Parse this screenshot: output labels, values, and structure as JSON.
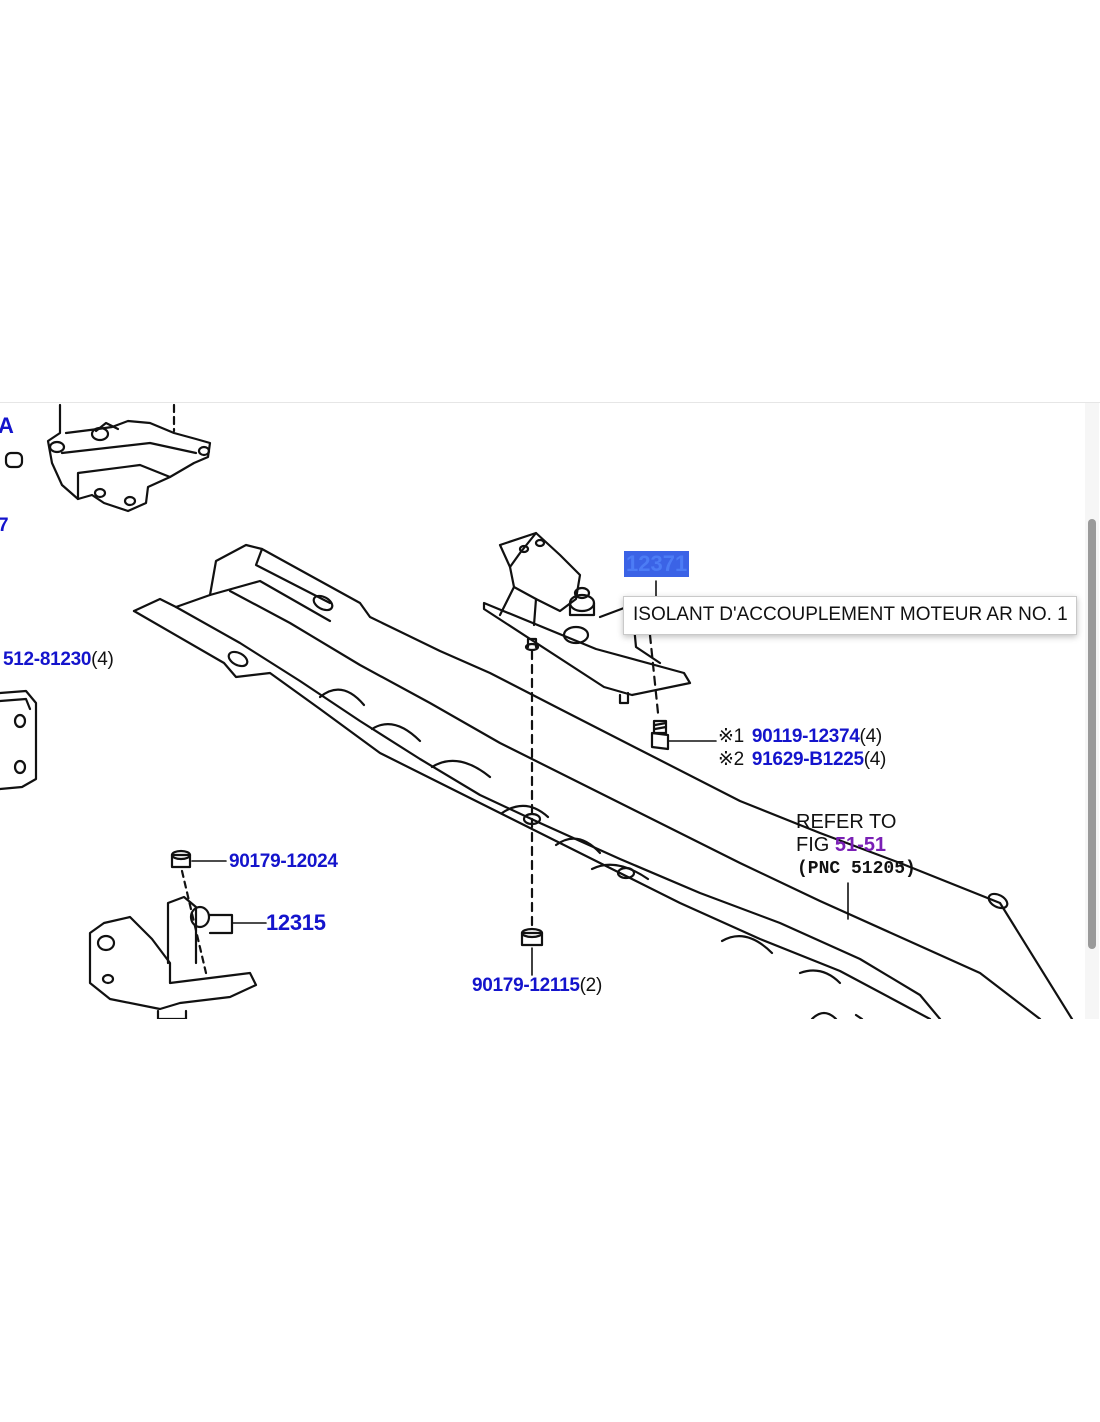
{
  "diagram": {
    "edge_labels": {
      "top_letter": "A",
      "side_digit": "7"
    },
    "parts": {
      "p512": {
        "number": "512-81230",
        "qty": "(4)"
      },
      "p90179_12024": {
        "number": "90179-12024"
      },
      "p12315": {
        "number": "12315"
      },
      "p90179_12115": {
        "number": "90179-12115",
        "qty": "(2)"
      },
      "p90119": {
        "mark": "※1",
        "number": "90119-12374",
        "qty": "(4)"
      },
      "p91629": {
        "mark": "※2",
        "number": "91629-B1225",
        "qty": "(4)"
      },
      "selected": {
        "number": "12371"
      }
    },
    "refer": {
      "line1": "REFER TO",
      "fig_prefix": "FIG",
      "fig_link": "51-51",
      "pnc": "(PNC 51205)"
    },
    "tooltip": {
      "text": "ISOLANT D'ACCOUPLEMENT MOTEUR AR NO. 1"
    }
  },
  "colors": {
    "part_link": "#1414cc",
    "fig_link": "#7a1fb5",
    "selection_bg": "#3b63e6",
    "selection_text": "#4c7cf5"
  }
}
